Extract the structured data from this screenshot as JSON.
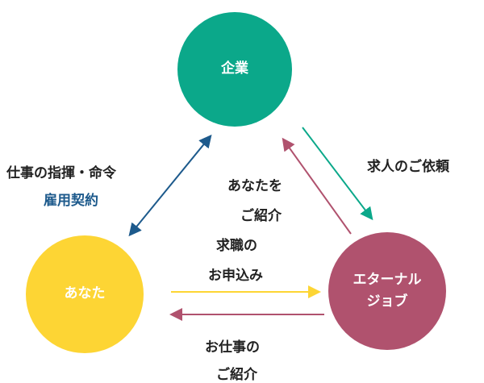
{
  "nodes": {
    "company": {
      "label": "企業",
      "color": "#0ba88a"
    },
    "you": {
      "label": "あなた",
      "color": "#fdd534"
    },
    "eternal": {
      "label_line1": "エターナル",
      "label_line2": "ジョブ",
      "color": "#b0526e"
    }
  },
  "labels": {
    "command_line1": "仕事の指揮・命令",
    "command_line2": "雇用契約",
    "request": "求人のご依頼",
    "introduce_line1": "あなたを",
    "introduce_line2": "ご紹介",
    "apply_line1": "求職の",
    "apply_line2": "お申込み",
    "job_line1": "お仕事の",
    "job_line2": "ご紹介"
  },
  "colors": {
    "blue": "#1d5a8c",
    "teal": "#0ba88a",
    "pink": "#b0526e",
    "yellow": "#fdd534"
  }
}
